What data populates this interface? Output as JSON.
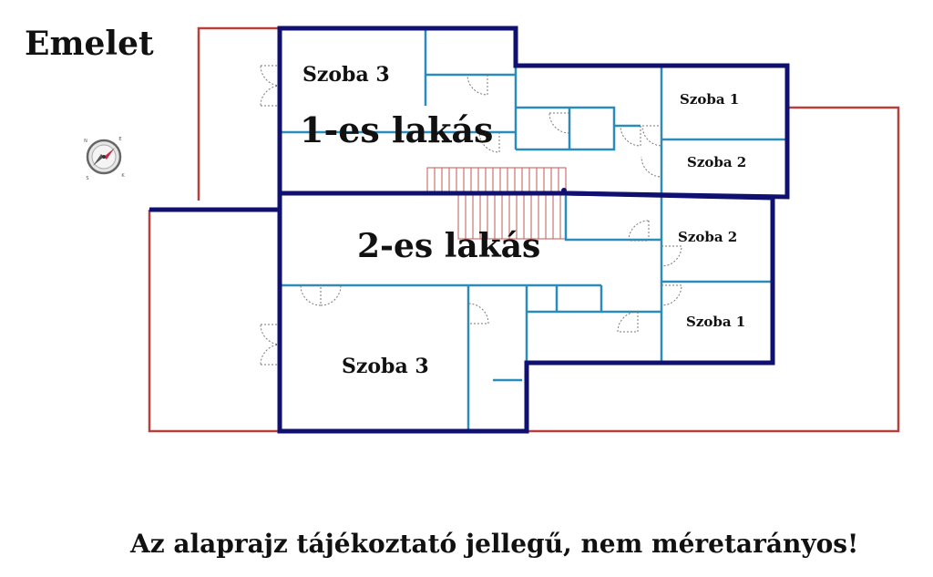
{
  "floor_title": "Emelet",
  "apartment_1": {
    "label": "1-es lakás",
    "rooms": [
      "Szoba 3",
      "Szoba 1",
      "Szoba 2"
    ]
  },
  "apartment_2": {
    "label": "2-es lakás",
    "rooms": [
      "Szoba 2",
      "Szoba 1",
      "Szoba 3"
    ]
  },
  "disclaimer": "Az alaprajz tájékoztató jellegű, nem méretarányos!",
  "colors": {
    "outer_wall": "#b8403c",
    "apartment_wall": "#101070",
    "inner_wall": "#2a8cba",
    "stairs": "#c05a55",
    "door_dots": "#777777",
    "compass_needle": "#c0304a"
  },
  "icons": [
    "compass-icon"
  ]
}
